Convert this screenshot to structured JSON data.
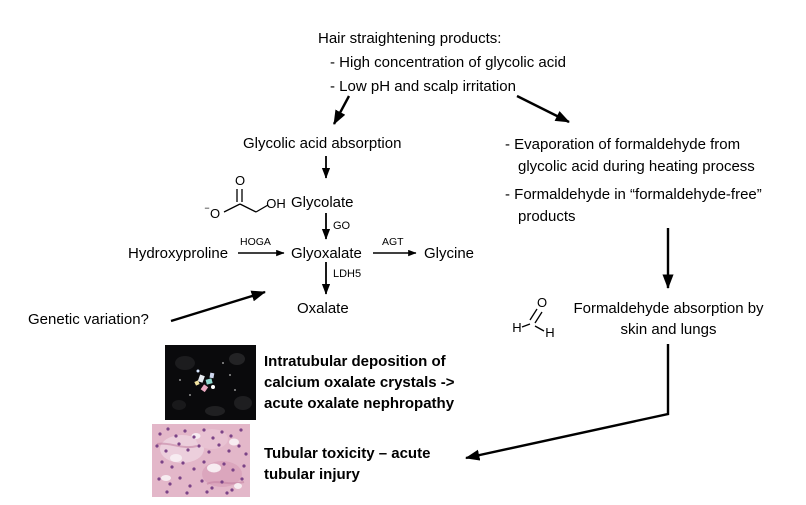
{
  "top_block": {
    "title": "Hair straightening products:",
    "bullet1": "- High concentration of glycolic acid",
    "bullet2": "- Low pH and scalp irritation"
  },
  "left_pathway": {
    "absorption_label": "Glycolic acid absorption",
    "glycolate_label": "Glycolate",
    "go_label": "GO",
    "hydroxyproline_label": "Hydroxyproline",
    "hoga_label": "HOGA",
    "glyoxalate_label": "Glyoxalate",
    "agt_label": "AGT",
    "glycine_label": "Glycine",
    "ldh5_label": "LDH5",
    "oxalate_label": "Oxalate",
    "genetic_label": "Genetic variation?"
  },
  "right_pathway": {
    "bullet1": "- Evaporation of formaldehyde from glycolic acid during heating process",
    "bullet2": "- Formaldehyde in “formaldehyde-free” products",
    "absorption_label": "Formaldehyde absorption by skin and lungs"
  },
  "outcomes": {
    "crystal": "Intratubular deposition of calcium oxalate crystals -> acute oxalate nephropathy",
    "toxicity": "Tubular toxicity – acute tubular injury"
  },
  "structures": {
    "glycolate": {
      "o_top": "O",
      "o_minus": "O",
      "charge": "−",
      "oh": "OH"
    },
    "formaldehyde": {
      "o": "O",
      "h_left": "H",
      "h_right": "H"
    }
  },
  "colors": {
    "background": "#ffffff",
    "ink": "#000000"
  }
}
